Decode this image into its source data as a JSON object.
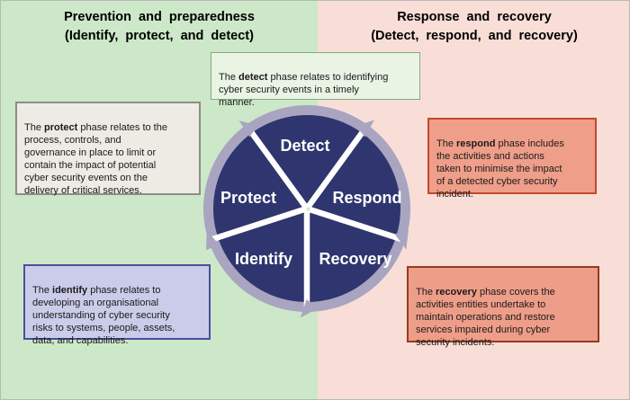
{
  "titles": {
    "left": {
      "line1": "Prevention and preparedness",
      "line2": "(Identify, protect, and detect)"
    },
    "right": {
      "line1": "Response and recovery",
      "line2": "(Detect, respond, and recovery)"
    }
  },
  "wheel": {
    "labels": {
      "detect": "Detect",
      "respond": "Respond",
      "recovery": "Recovery",
      "identify": "Identify",
      "protect": "Protect"
    }
  },
  "boxes": {
    "detect": {
      "pre": "The ",
      "keyword": "detect",
      "post": " phase relates to identifying\ncyber security events in a timely\nmanner."
    },
    "protect": {
      "pre": "The ",
      "keyword": "protect",
      "post": " phase relates to the\nprocess, controls, and\ngovernance in place to limit or\ncontain the impact of potential\ncyber security events on the\ndelivery of critical services."
    },
    "respond": {
      "pre": "The ",
      "keyword": "respond",
      "post": " phase includes\nthe activities and actions\ntaken to minimise the impact\nof a detected cyber security\nincident."
    },
    "identify": {
      "pre": "The ",
      "keyword": "identify",
      "post": " phase relates to\ndeveloping an organisational\nunderstanding of cyber security\nrisks to systems, people, assets,\ndata, and capabilities."
    },
    "recovery": {
      "pre": "The ",
      "keyword": "recovery",
      "post": " phase covers the\nactivities entities undertake to\nmaintain operations and restore\nservices impaired during cyber\nsecurity incidents."
    }
  },
  "colors": {
    "left_background": "#cce8c8",
    "right_background": "#f9ded8",
    "wheel_fill": "#2f356e",
    "ring_and_arrows": "#a9a5c0",
    "spokes": "#ffffff",
    "detect_box_fill": "#e9f4e5",
    "detect_box_border": "#86a884",
    "protect_box_fill": "#eeeae4",
    "protect_box_border": "#908b85",
    "respond_box_fill": "#ef9e89",
    "respond_box_border": "#c2492e",
    "identify_box_fill": "#cbcce9",
    "identify_box_border": "#4a4f9f",
    "recovery_box_fill": "#ee9d88",
    "recovery_box_border": "#943a20",
    "wheel_label_text": "#ffffff",
    "body_text": "#1a1a1a"
  }
}
